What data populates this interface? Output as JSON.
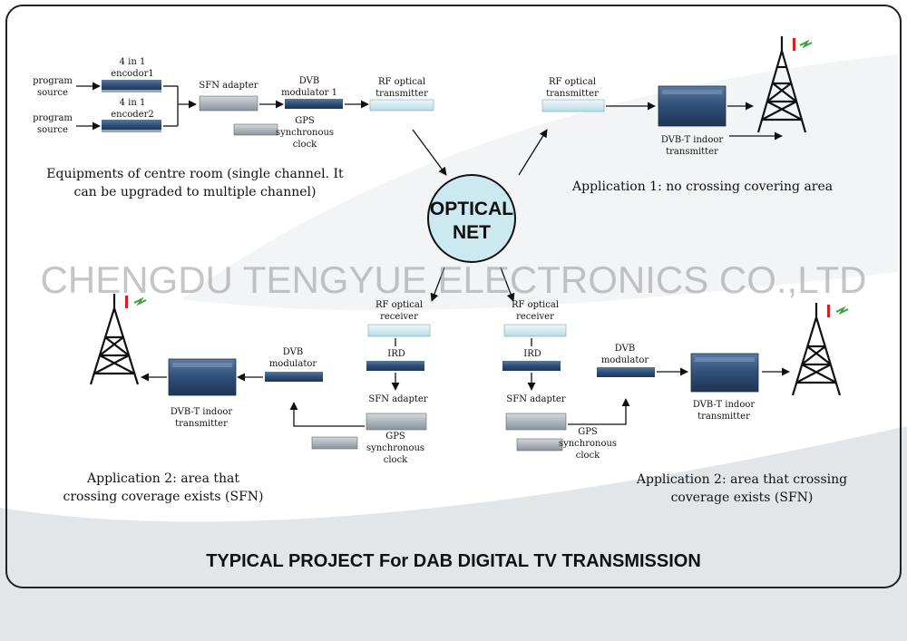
{
  "title": "TYPICAL PROJECT For DAB DIGITAL TV TRANSMISSION",
  "watermark": "CHENGDU TENGYUE ELECTRONICS CO.,LTD",
  "hub": {
    "line1": "OPTICAL",
    "line2": "NET"
  },
  "centre_room": {
    "program_source_1": [
      "program",
      "source"
    ],
    "program_source_2": [
      "program",
      "source"
    ],
    "encoder1": [
      "4 in 1",
      "encodor1"
    ],
    "encoder2": [
      "4 in 1",
      "encoder2"
    ],
    "sfn_adapter": "SFN adapter",
    "dvb_modulator": [
      "DVB",
      "modulator 1"
    ],
    "gps_clock": [
      "GPS",
      "synchronous",
      "clock"
    ],
    "rf_optical_transmitter": [
      "RF optical",
      "transmitter"
    ],
    "caption": [
      "Equipments of centre room (single channel. It",
      "can be upgraded to multiple channel)"
    ]
  },
  "application1": {
    "rf_optical_transmitter": [
      "RF optical",
      "transmitter"
    ],
    "dvbt_transmitter": [
      "DVB-T indoor",
      "transmitter"
    ],
    "caption": "Application 1: no crossing covering area"
  },
  "application2_left": {
    "rf_optical_receiver": [
      "RF optical",
      "receiver"
    ],
    "ird": "IRD",
    "sfn_adapter": "SFN adapter",
    "gps_clock": [
      "GPS",
      "synchronous",
      "clock"
    ],
    "dvb_modulator": [
      "DVB",
      "modulator"
    ],
    "dvbt_transmitter": [
      "DVB-T indoor",
      "transmitter"
    ],
    "caption": [
      "Application 2: area that",
      "crossing coverage exists (SFN)"
    ]
  },
  "application2_right": {
    "rf_optical_receiver": [
      "RF optical",
      "receiver"
    ],
    "ird": "IRD",
    "sfn_adapter": "SFN adapter",
    "gps_clock": [
      "GPS",
      "synchronous",
      "clock"
    ],
    "dvb_modulator": [
      "DVB",
      "modulator"
    ],
    "dvbt_transmitter": [
      "DVB-T indoor",
      "transmitter"
    ],
    "caption": [
      "Application 2: area that crossing",
      "coverage exists (SFN)"
    ]
  },
  "colors": {
    "hub_fill": "#cde9f0",
    "rack_dark": "#2f4f78",
    "rack_light": "#9ea8b4",
    "optical_unit": "#d9eef5",
    "tower": "#111111",
    "antenna_accent": "#d42020",
    "signal_green": "#3aa23a"
  }
}
